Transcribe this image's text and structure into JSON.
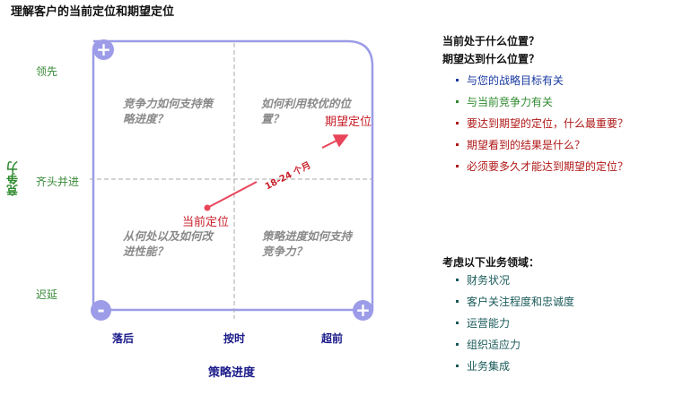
{
  "title": "理解客户的当前定位和期望定位",
  "diagram": {
    "y_axis_title": "竞争力",
    "y_levels": [
      "领先",
      "齐头并进",
      "迟延"
    ],
    "x_axis_title": "策略进度",
    "x_levels": [
      "落后",
      "按时",
      "超前"
    ],
    "quadrants": {
      "top_left": "竞争力如何支持策略进度？",
      "top_right": "如何利用较优的位置？",
      "bottom_left": "从何处以及如何改进性能？",
      "bottom_right": "策略进度如何支持竞争力？"
    },
    "current_position_label": "当前定位",
    "desired_position_label": "期望定位",
    "journey_label": "18-24 个月",
    "corner_buttons": {
      "top_left": "+",
      "bottom_left": "-",
      "bottom_right": "+"
    },
    "colors": {
      "frame": "#9c9ce8",
      "arrow": "#e8455a",
      "y_axis": "#3a8a3a",
      "x_axis": "#1a1a8a"
    }
  },
  "questions": {
    "q1": "当前处于什么位置？",
    "q2": "期望达到什么位置？",
    "items": [
      {
        "text": "与您的战略目标有关",
        "color": "#1a3aa0"
      },
      {
        "text": "与当前竞争力有关",
        "color": "#2f8a2f"
      },
      {
        "text": "要达到期望的定位，什么最重要？",
        "color": "#b01818"
      },
      {
        "text": "期望看到的结果是什么？",
        "color": "#b01818"
      },
      {
        "text": "必须要多久才能达到期望的定位？",
        "color": "#b01818"
      }
    ]
  },
  "business_areas": {
    "heading": "考虑以下业务领域：",
    "color": "#1a5a5a",
    "items": [
      "财务状况",
      "客户关注程度和忠诚度",
      "运营能力",
      "组织适应力",
      "业务集成"
    ]
  }
}
